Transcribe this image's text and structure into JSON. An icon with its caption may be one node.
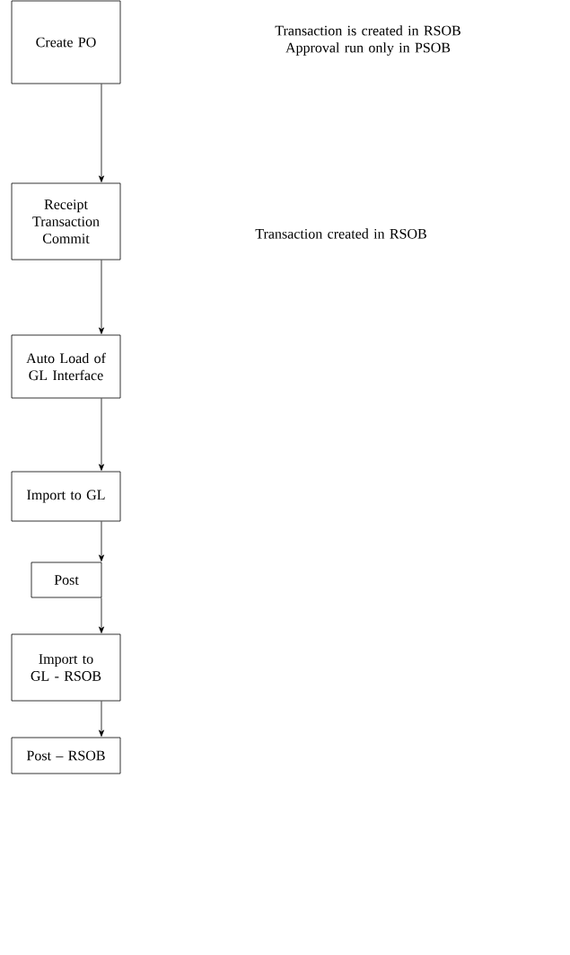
{
  "diagram": {
    "nodes": [
      {
        "text": [
          "Create PO"
        ]
      },
      {
        "text": [
          "Receipt Transaction Commit"
        ]
      },
      {
        "text": [
          "Auto Load of GL Interface"
        ]
      },
      {
        "text": [
          "Import to GL"
        ]
      },
      {
        "text": [
          "Post"
        ]
      },
      {
        "text": [
          "Import to GL - RSOB"
        ]
      },
      {
        "text": [
          "Post – RSOB"
        ]
      }
    ],
    "edges": [
      {
        "from": 0,
        "to": 1,
        "arrow": "to"
      },
      {
        "from": 1,
        "to": 2,
        "arrow": "to"
      },
      {
        "from": 2,
        "to": 3,
        "arrow": "to"
      },
      {
        "from": 3,
        "to": 4,
        "arrow": "to"
      },
      {
        "from": 4,
        "to": 5,
        "arrow": "to"
      },
      {
        "from": 5,
        "to": 6,
        "arrow": "to"
      }
    ],
    "labels": [
      "Transaction is created in RSOB Approval run only in PSOB",
      "Transaction created in RSOB"
    ]
  }
}
